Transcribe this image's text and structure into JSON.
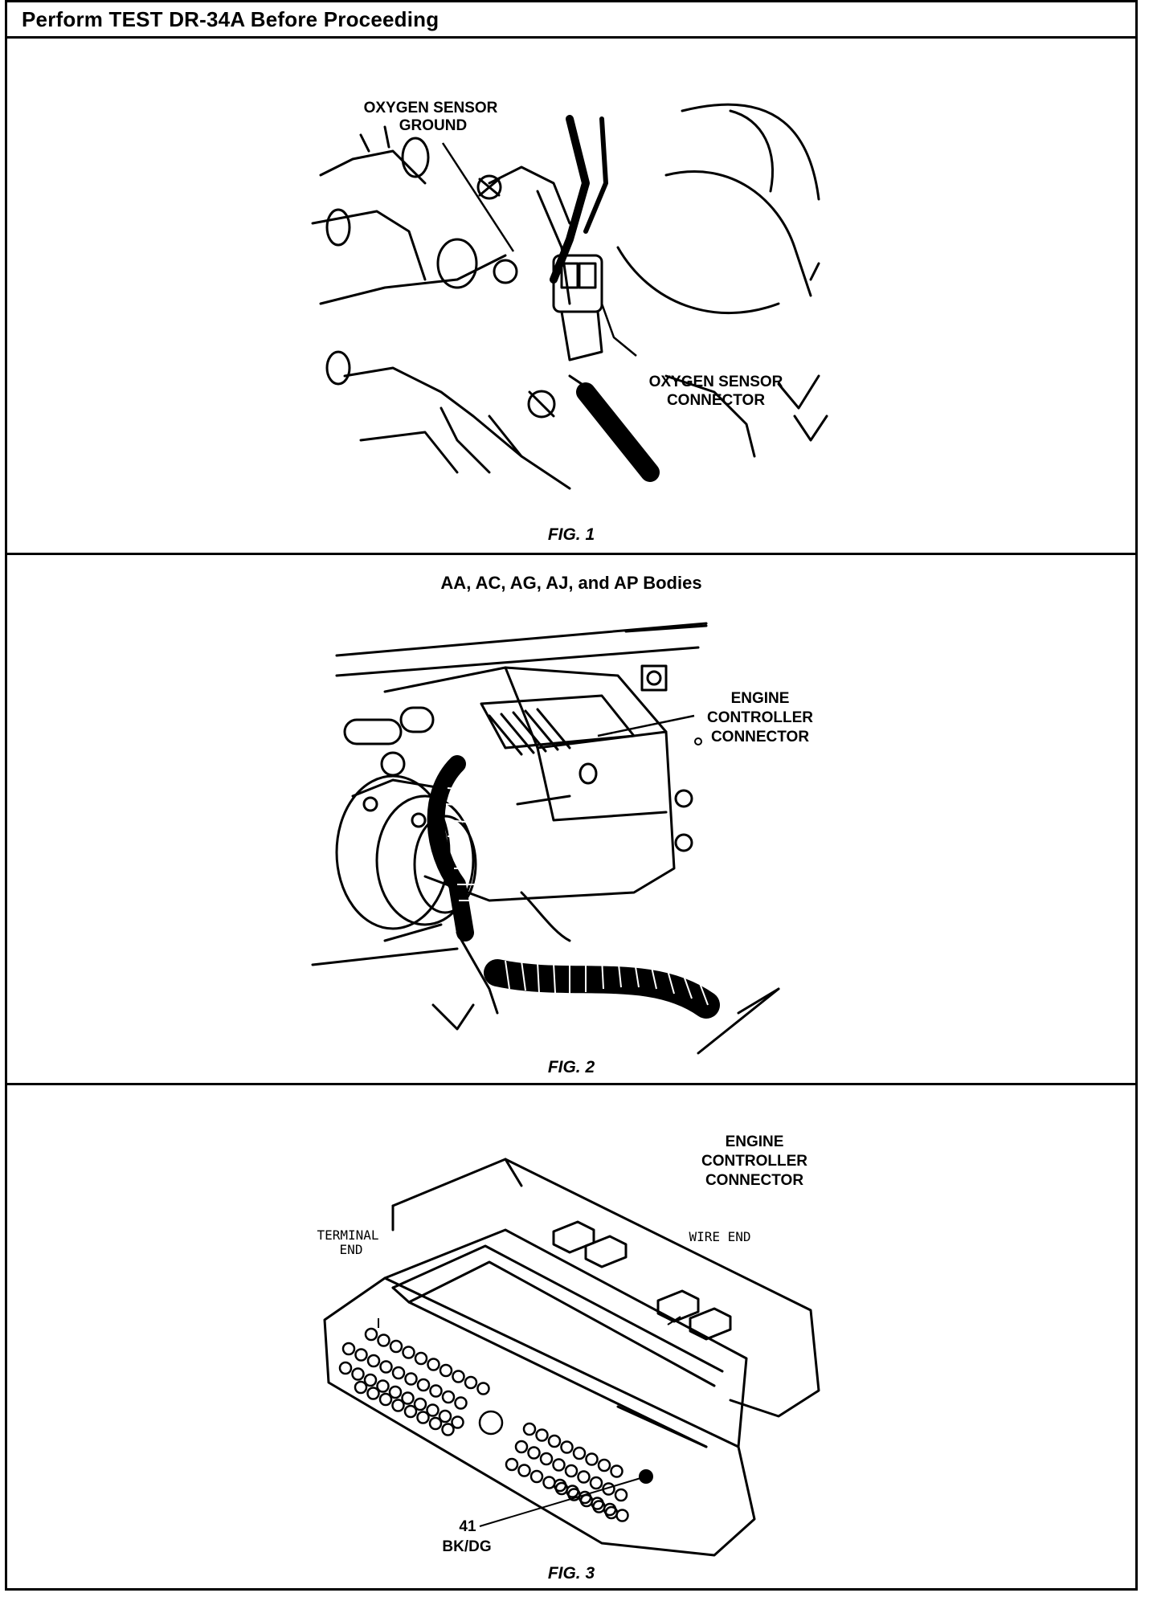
{
  "header": {
    "title": "Perform TEST DR-34A Before Proceeding"
  },
  "figures": [
    {
      "caption": "FIG. 1",
      "labels": {
        "ground_line1": "OXYGEN SENSOR",
        "ground_line2": "GROUND",
        "connector_line1": "OXYGEN SENSOR",
        "connector_line2": "CONNECTOR"
      }
    },
    {
      "subtitle": "AA, AC, AG, AJ, and AP Bodies",
      "caption": "FIG. 2",
      "labels": {
        "line1": "ENGINE",
        "line2": "CONTROLLER",
        "line3": "CONNECTOR"
      }
    },
    {
      "caption": "FIG. 3",
      "labels": {
        "line1": "ENGINE",
        "line2": "CONTROLLER",
        "line3": "CONNECTOR",
        "terminal_end_1": "TERMINAL",
        "terminal_end_2": "END",
        "wire_end": "WIRE END",
        "pin_number": "41",
        "pin_color": "BK/DG"
      }
    }
  ]
}
